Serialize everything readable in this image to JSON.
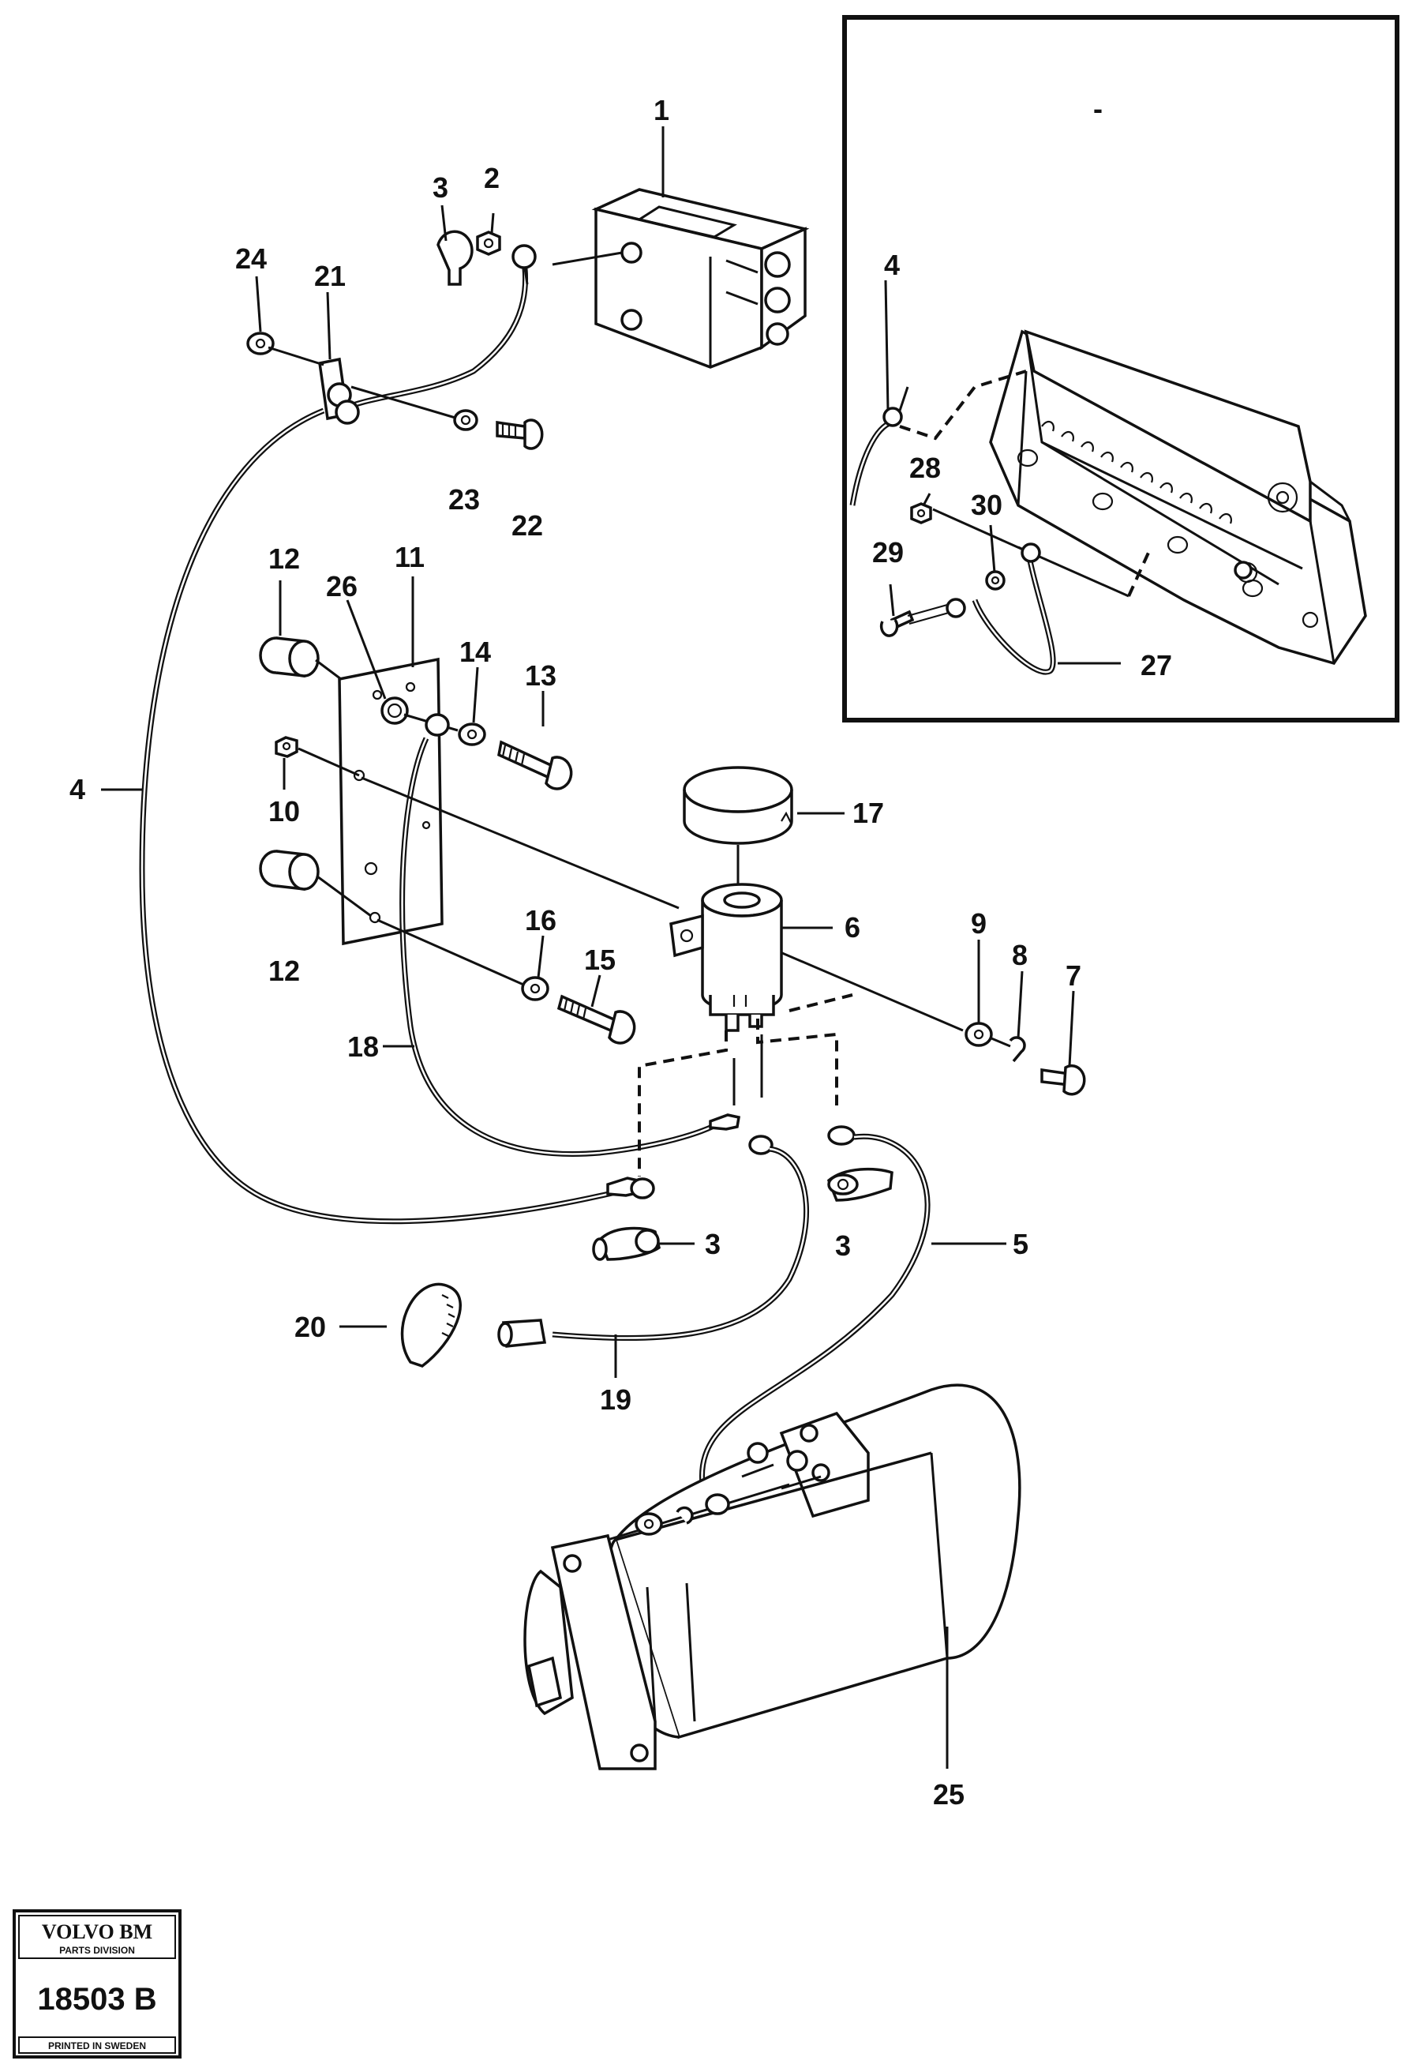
{
  "diagram": {
    "callouts": [
      {
        "id": "c1",
        "text": "1"
      },
      {
        "id": "c2",
        "text": "2"
      },
      {
        "id": "c3a",
        "text": "3"
      },
      {
        "id": "c24",
        "text": "24"
      },
      {
        "id": "c21",
        "text": "21"
      },
      {
        "id": "c23",
        "text": "23"
      },
      {
        "id": "c22",
        "text": "22"
      },
      {
        "id": "c12a",
        "text": "12"
      },
      {
        "id": "c26",
        "text": "26"
      },
      {
        "id": "c11",
        "text": "11"
      },
      {
        "id": "c14",
        "text": "14"
      },
      {
        "id": "c13",
        "text": "13"
      },
      {
        "id": "c10",
        "text": "10"
      },
      {
        "id": "c4a",
        "text": "4"
      },
      {
        "id": "c12b",
        "text": "12"
      },
      {
        "id": "c17",
        "text": "17"
      },
      {
        "id": "c6",
        "text": "6"
      },
      {
        "id": "c16",
        "text": "16"
      },
      {
        "id": "c15",
        "text": "15"
      },
      {
        "id": "c9",
        "text": "9"
      },
      {
        "id": "c8",
        "text": "8"
      },
      {
        "id": "c7",
        "text": "7"
      },
      {
        "id": "c18",
        "text": "18"
      },
      {
        "id": "c3b",
        "text": "3"
      },
      {
        "id": "c3c",
        "text": "3"
      },
      {
        "id": "c5",
        "text": "5"
      },
      {
        "id": "c20",
        "text": "20"
      },
      {
        "id": "c19",
        "text": "19"
      },
      {
        "id": "c25",
        "text": "25"
      },
      {
        "id": "c4b",
        "text": "4"
      },
      {
        "id": "c28",
        "text": "28"
      },
      {
        "id": "c30",
        "text": "30"
      },
      {
        "id": "c29",
        "text": "29"
      },
      {
        "id": "c27",
        "text": "27"
      }
    ],
    "inset_mark": "-"
  },
  "stamp": {
    "brand": "VOLVO BM",
    "division": "PARTS DIVISION",
    "number": "18503 B",
    "printed": "PRINTED IN SWEDEN"
  }
}
